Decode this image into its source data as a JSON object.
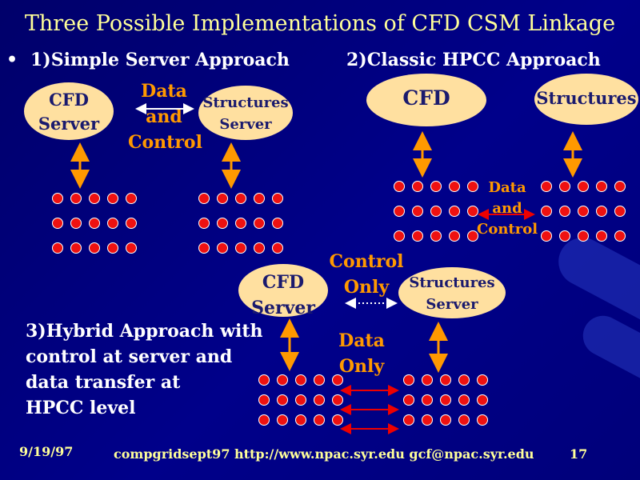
{
  "slide": {
    "title": "Three Possible Implementations of CFD CSM Linkage",
    "bullet": "•",
    "approach1": "1)Simple Server Approach",
    "approach2": "2)Classic HPCC Approach",
    "approach3": [
      "3)Hybrid Approach with",
      "control at server and",
      "data transfer at",
      "HPCC level"
    ]
  },
  "diagram1": {
    "cfd_server": [
      "CFD",
      "Server"
    ],
    "link_label": [
      "Data",
      "and",
      "Control"
    ],
    "structures_server": [
      "Structures",
      "Server"
    ]
  },
  "diagram2": {
    "cfd": "CFD",
    "structures": "Structures",
    "link_label": [
      "Data",
      "and",
      "Control"
    ]
  },
  "diagram3": {
    "cfd_server": [
      "CFD",
      "Server"
    ],
    "control_label": [
      "Control",
      "Only"
    ],
    "structures_server": [
      "Structures",
      "Server"
    ],
    "data_label": [
      "Data",
      "Only"
    ]
  },
  "footer": {
    "date": "9/19/97",
    "source": "compgridsept97  http://www.npac.syr.edu gcf@npac.syr.edu",
    "page": "17"
  },
  "colors": {
    "background": "#000080",
    "title": "#ffff99",
    "ellipse_fill": "#ffe0a0",
    "ellipse_text": "#1a1a6e",
    "accent_orange": "#ff9900",
    "arrow_red": "#ee0000",
    "dot_red": "#ee1111"
  }
}
